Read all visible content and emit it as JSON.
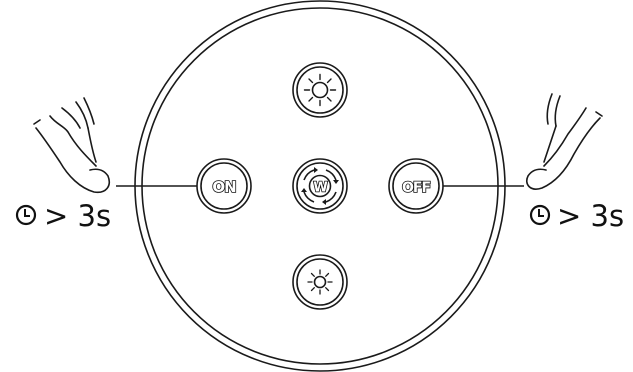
{
  "remote": {
    "buttons": {
      "on": {
        "label": "ON"
      },
      "off": {
        "label": "OFF"
      },
      "white": {
        "label": "W",
        "icon": "white-mode-cycle-icon"
      },
      "brightness_up": {
        "icon": "sun-large-icon"
      },
      "brightness_down": {
        "icon": "sun-small-icon"
      }
    }
  },
  "left_instruction": {
    "icon": "clock-icon",
    "text": "> 3s",
    "gesture_icon": "pointing-hand-icon"
  },
  "right_instruction": {
    "icon": "clock-icon",
    "text": "> 3s",
    "gesture_icon": "pointing-hand-icon"
  },
  "colors": {
    "line": "#1a1a1a",
    "background": "#ffffff"
  }
}
